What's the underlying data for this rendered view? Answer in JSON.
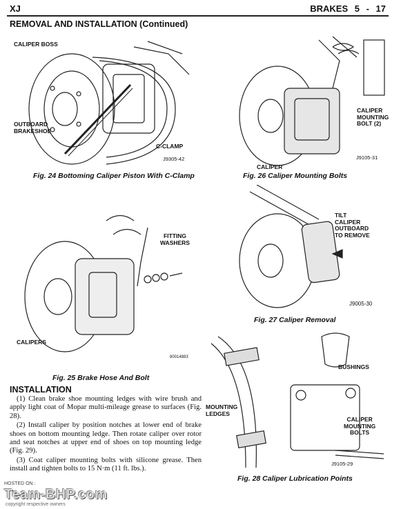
{
  "header": {
    "left": "XJ",
    "right": "BRAKES    5 - 17"
  },
  "section_title": "REMOVAL AND INSTALLATION (Continued)",
  "fig24": {
    "labels": {
      "caliper_boss": "CALIPER BOSS",
      "outboard_brakeshoe": "OUTBOARD\nBRAKESHOE",
      "c_clamp": "C-CLAMP"
    },
    "code": "J9305-42",
    "caption": "Fig. 24 Bottoming Caliper Piston With C-Clamp"
  },
  "fig26": {
    "labels": {
      "caliper_mounting_bolt": "CALIPER\nMOUNTING\nBOLT (2)",
      "caliper": "CALIPER"
    },
    "code": "J9105-31",
    "caption": "Fig. 26 Caliper Mounting Bolts"
  },
  "fig25": {
    "labels": {
      "fitting_washers": "FITTING\nWASHERS",
      "calipers": "CALIPERS"
    },
    "code": "80014883",
    "caption": "Fig. 25 Brake Hose And Bolt"
  },
  "fig27": {
    "labels": {
      "tilt_caliper": "TILT\nCALIPER\nOUTBOARD\nTO REMOVE"
    },
    "code": "J9005-30",
    "caption": "Fig. 27 Caliper Removal"
  },
  "fig28": {
    "labels": {
      "bushings": "BUSHINGS",
      "mounting_ledges": "MOUNTING\nLEDGES",
      "caliper_mounting_bolts": "CALIPER\nMOUNTING\nBOLTS"
    },
    "code": "J9105-29",
    "caption": "Fig. 28 Caliper Lubrication Points"
  },
  "installation": {
    "heading": "INSTALLATION",
    "paragraphs": [
      "(1) Clean brake shoe mounting ledges with wire brush and apply light coat of Mopar multi-mileage grease to surfaces (Fig. 28).",
      "(2) Install caliper by position notches at lower end of brake shoes on bottom mounting ledge. Then rotate caliper over rotor and seat notches at upper end of shoes on top mounting ledge (Fig. 29).",
      "(3) Coat caliper mounting bolts with silicone grease. Then install and tighten bolts to 15 N·m (11 ft. lbs.)."
    ]
  },
  "watermark": {
    "hosted": "HOSTED ON :",
    "brand": "Team-BHP.com",
    "copyright": "copyright respective owners"
  }
}
